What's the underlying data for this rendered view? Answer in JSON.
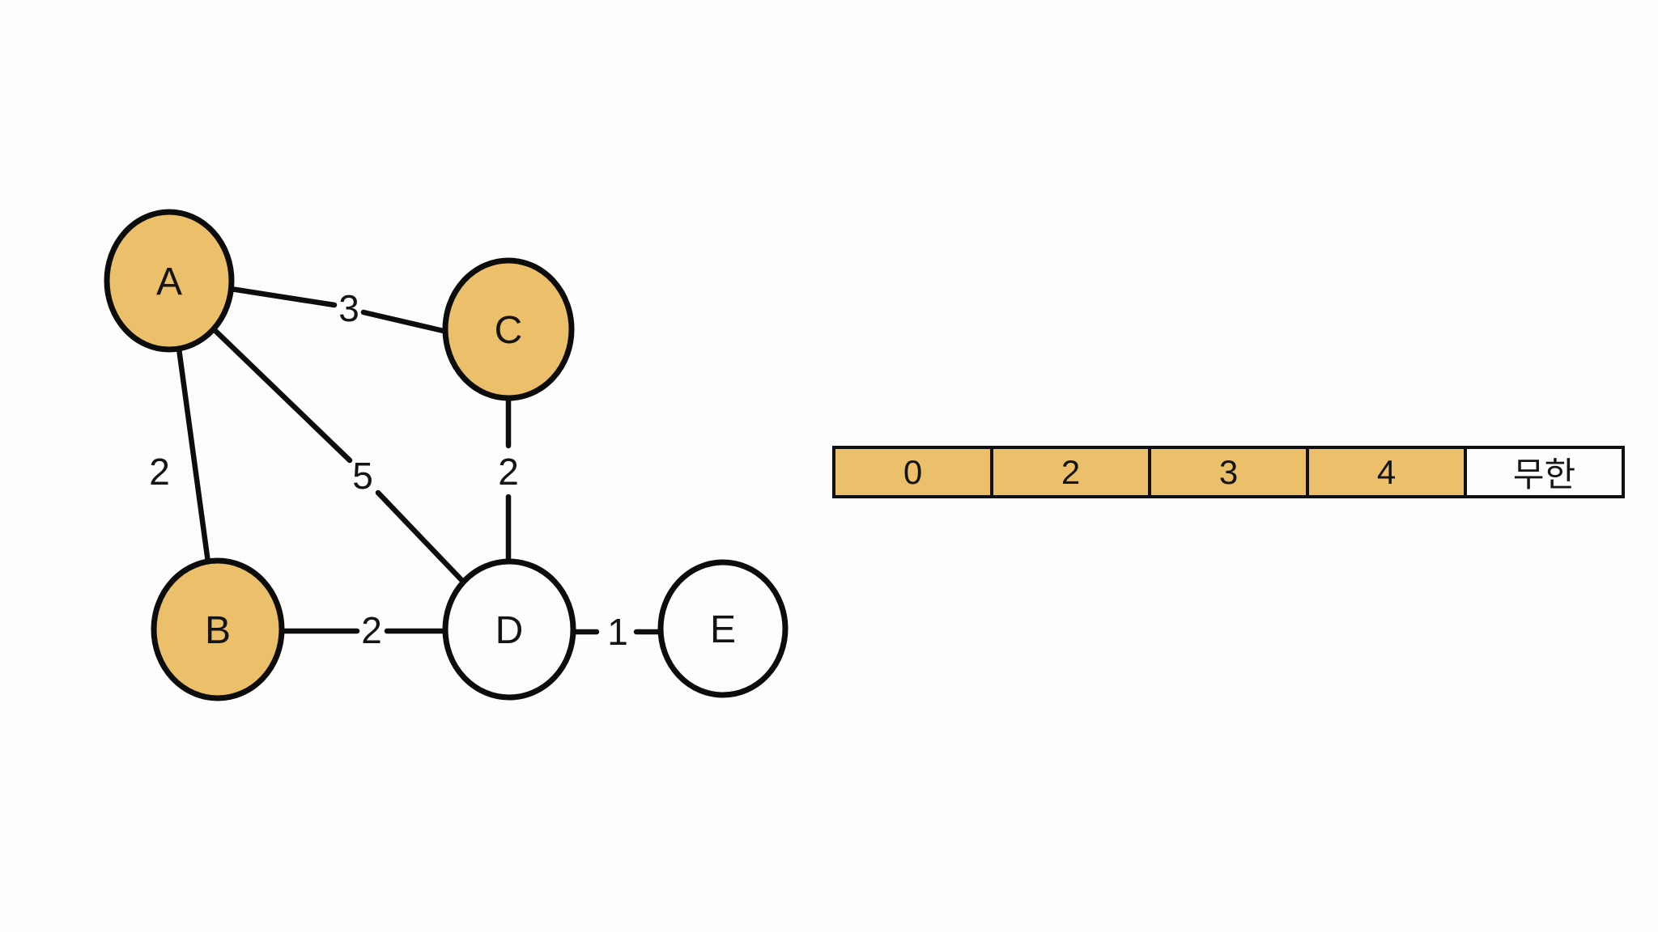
{
  "graph": {
    "nodes": [
      {
        "id": "A",
        "label": "A",
        "visited": true
      },
      {
        "id": "B",
        "label": "B",
        "visited": true
      },
      {
        "id": "C",
        "label": "C",
        "visited": true
      },
      {
        "id": "D",
        "label": "D",
        "visited": false
      },
      {
        "id": "E",
        "label": "E",
        "visited": false
      }
    ],
    "edges": [
      {
        "from": "A",
        "to": "C",
        "weight": "3"
      },
      {
        "from": "A",
        "to": "B",
        "weight": "2"
      },
      {
        "from": "A",
        "to": "D",
        "weight": "5"
      },
      {
        "from": "C",
        "to": "D",
        "weight": "2"
      },
      {
        "from": "B",
        "to": "D",
        "weight": "2"
      },
      {
        "from": "D",
        "to": "E",
        "weight": "1"
      }
    ]
  },
  "table": {
    "cells": [
      {
        "value": "0",
        "highlighted": true
      },
      {
        "value": "2",
        "highlighted": true
      },
      {
        "value": "3",
        "highlighted": true
      },
      {
        "value": "4",
        "highlighted": true
      },
      {
        "value": "무한",
        "highlighted": false
      }
    ]
  },
  "colors": {
    "node_fill": "#ECBF6B",
    "cell_fill": "#ECBF6B",
    "stroke": "#0d0d0d",
    "background": "#fdfdfd"
  }
}
